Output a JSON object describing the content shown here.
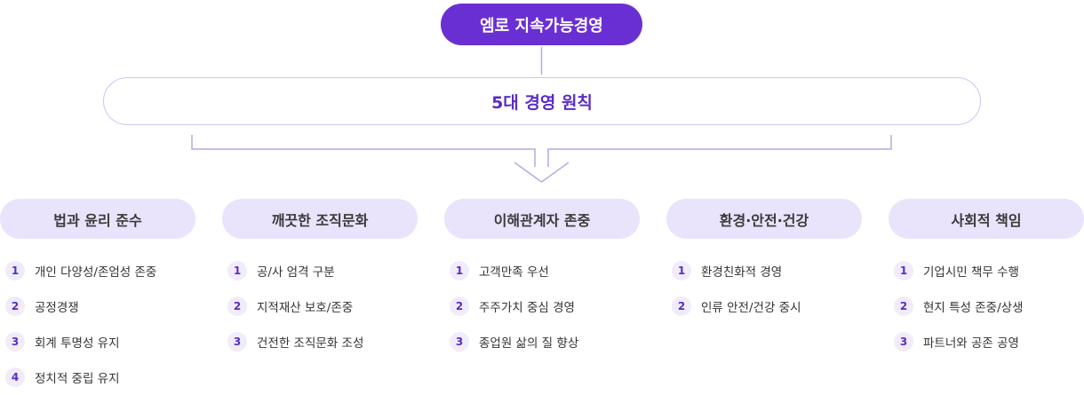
{
  "top_title": "엠로 지속가능경영",
  "principle_title": "5대 경영 원칙",
  "colors": {
    "accent": "#6a2fd3",
    "pill_bg": "#e9e3fb",
    "line": "#b6a8e6"
  },
  "categories": [
    {
      "title": "법과 윤리 준수",
      "items": [
        {
          "num": "1",
          "text": "개인 다양성/존엄성 존중"
        },
        {
          "num": "2",
          "text": "공정경쟁"
        },
        {
          "num": "3",
          "text": "회계 투명성 유지"
        },
        {
          "num": "4",
          "text": "정치적 중립 유지"
        }
      ]
    },
    {
      "title": "깨끗한 조직문화",
      "items": [
        {
          "num": "1",
          "text": "공/사 엄격 구분"
        },
        {
          "num": "2",
          "text": "지적재산 보호/존중"
        },
        {
          "num": "3",
          "text": "건전한 조직문화 조성"
        }
      ]
    },
    {
      "title": "이해관계자 존중",
      "items": [
        {
          "num": "1",
          "text": "고객만족 우선"
        },
        {
          "num": "2",
          "text": "주주가치 중심 경영"
        },
        {
          "num": "3",
          "text": "종업원 삶의 질 향상"
        }
      ]
    },
    {
      "title": "환경·안전·건강",
      "items": [
        {
          "num": "1",
          "text": "환경친화적 경영"
        },
        {
          "num": "2",
          "text": "인류 안전/건강 중시"
        }
      ]
    },
    {
      "title": "사회적 책임",
      "items": [
        {
          "num": "1",
          "text": "기업시민 책무 수행"
        },
        {
          "num": "2",
          "text": "현지 특성 존중/상생"
        },
        {
          "num": "3",
          "text": "파트너와 공존 공영"
        }
      ]
    }
  ]
}
